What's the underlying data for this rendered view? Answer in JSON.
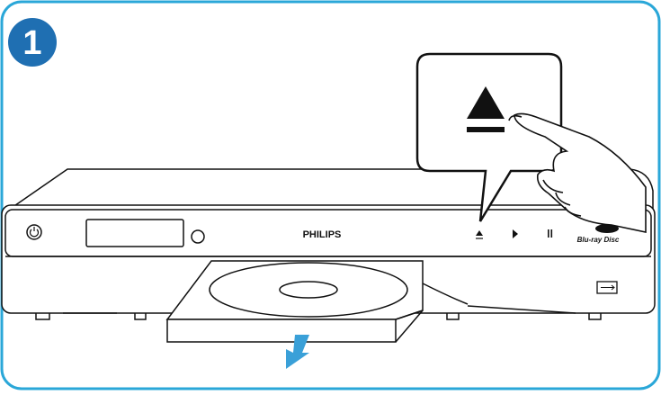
{
  "step": {
    "number": "1"
  },
  "player": {
    "brand": "PHILIPS",
    "disc_logo": "Blu-ray Disc"
  },
  "callout": {
    "icon": "eject-icon"
  },
  "colors": {
    "frame": "#2aa7d8",
    "badge": "#1f6fb2",
    "ink": "#111111",
    "arrow": "#3aa0d8"
  }
}
